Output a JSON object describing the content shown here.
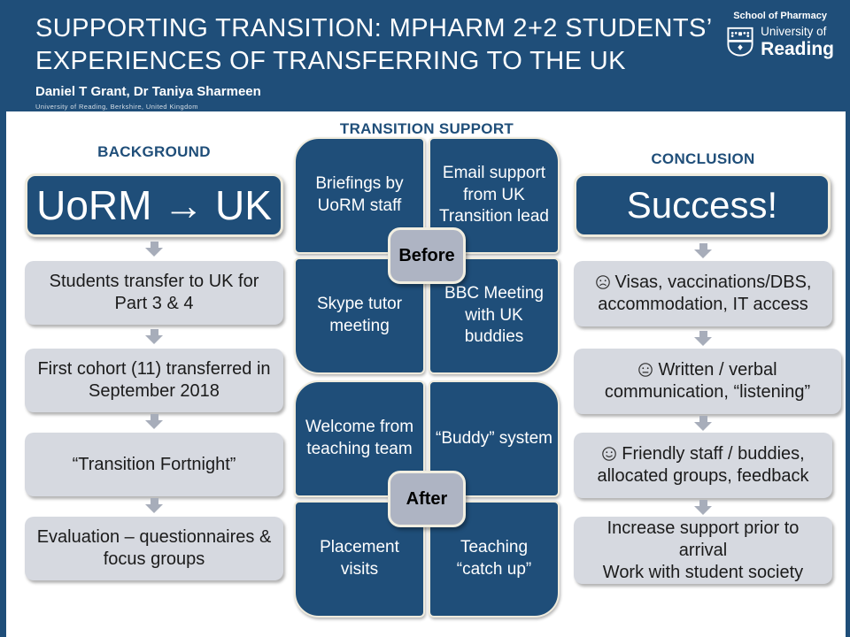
{
  "colors": {
    "header_bg": "#1F4E79",
    "dark_box": "#1F4E79",
    "gray_box": "#D6D9E0",
    "badge_gray": "#AEB4C3",
    "arrow_gray": "#A7ADBA",
    "cream_outline": "#EFEBDD",
    "heading_text": "#1F4E79"
  },
  "header": {
    "title_line1": "SUPPORTING TRANSITION: MPHARM 2+2 STUDENTS’",
    "title_line2": "EXPERIENCES OF TRANSFERRING TO THE UK",
    "authors": "Daniel T Grant, Dr Taniya Sharmeen",
    "affiliation": "University of Reading, Berkshire, United Kingdom",
    "logo": {
      "school": "School of Pharmacy",
      "university_line1": "University of",
      "university_line2": "Reading",
      "icon": "reading-shield"
    }
  },
  "background_column": {
    "heading": "BACKGROUND",
    "lead_box": "UoRM → UK",
    "steps": [
      "Students transfer to UK for Part 3 & 4",
      "First cohort (11) transferred in September 2018",
      "“Transition Fortnight”",
      "Evaluation – questionnaires & focus groups"
    ]
  },
  "transition_support": {
    "heading": "TRANSITION SUPPORT",
    "matrices": [
      {
        "label": "Before",
        "cells": [
          "Briefings by UoRM staff",
          "Email support from UK Transition lead",
          "Skype tutor meeting",
          "BBC Meeting with UK buddies"
        ]
      },
      {
        "label": "After",
        "cells": [
          "Welcome from teaching team",
          "“Buddy” system",
          "Placement visits",
          "Teaching “catch up”"
        ]
      }
    ]
  },
  "conclusion_column": {
    "heading": "CONCLUSION",
    "lead_box": "Success!",
    "steps": [
      {
        "icon": "sad-face",
        "text": "Visas, vaccinations/DBS, accommodation, IT access"
      },
      {
        "icon": "neutral-face",
        "text": "Written / verbal communication, “listening”"
      },
      {
        "icon": "happy-face",
        "text": "Friendly staff / buddies, allocated groups, feedback"
      },
      {
        "icon": "none",
        "text": "Increase support prior to arrival\nWork with student society"
      }
    ]
  }
}
